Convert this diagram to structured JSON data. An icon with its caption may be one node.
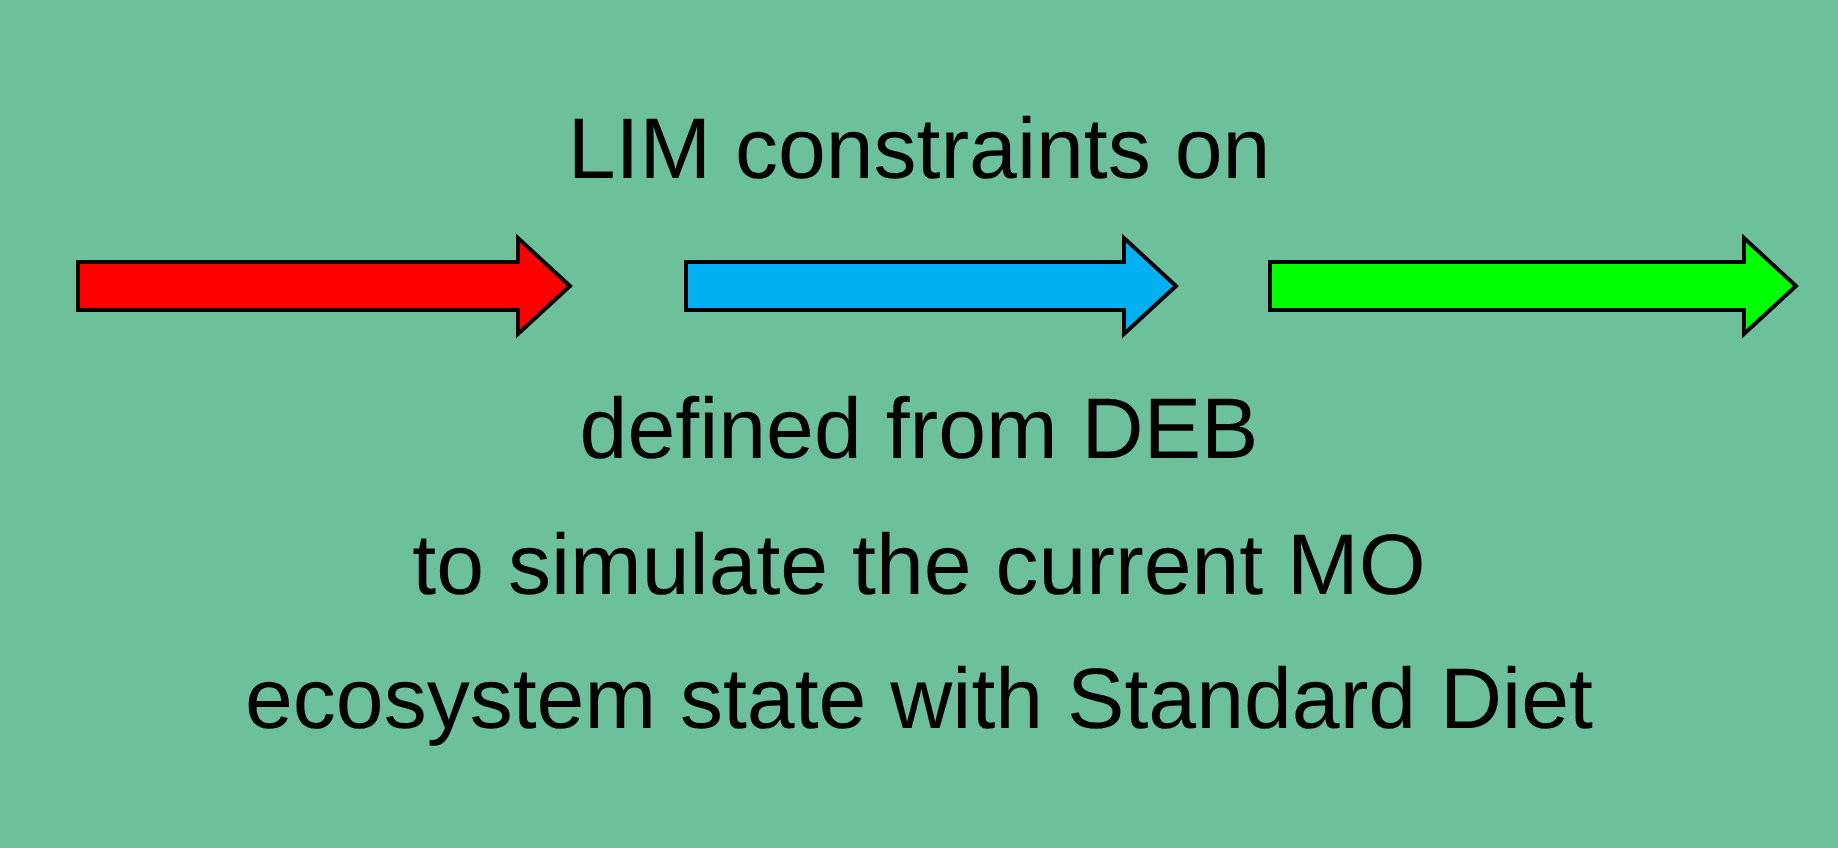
{
  "diagram": {
    "labels": [
      "LIM constraints on",
      "defined from DEB",
      "to simulate the current MO",
      "ecosystem state with Standard Diet"
    ]
  }
}
